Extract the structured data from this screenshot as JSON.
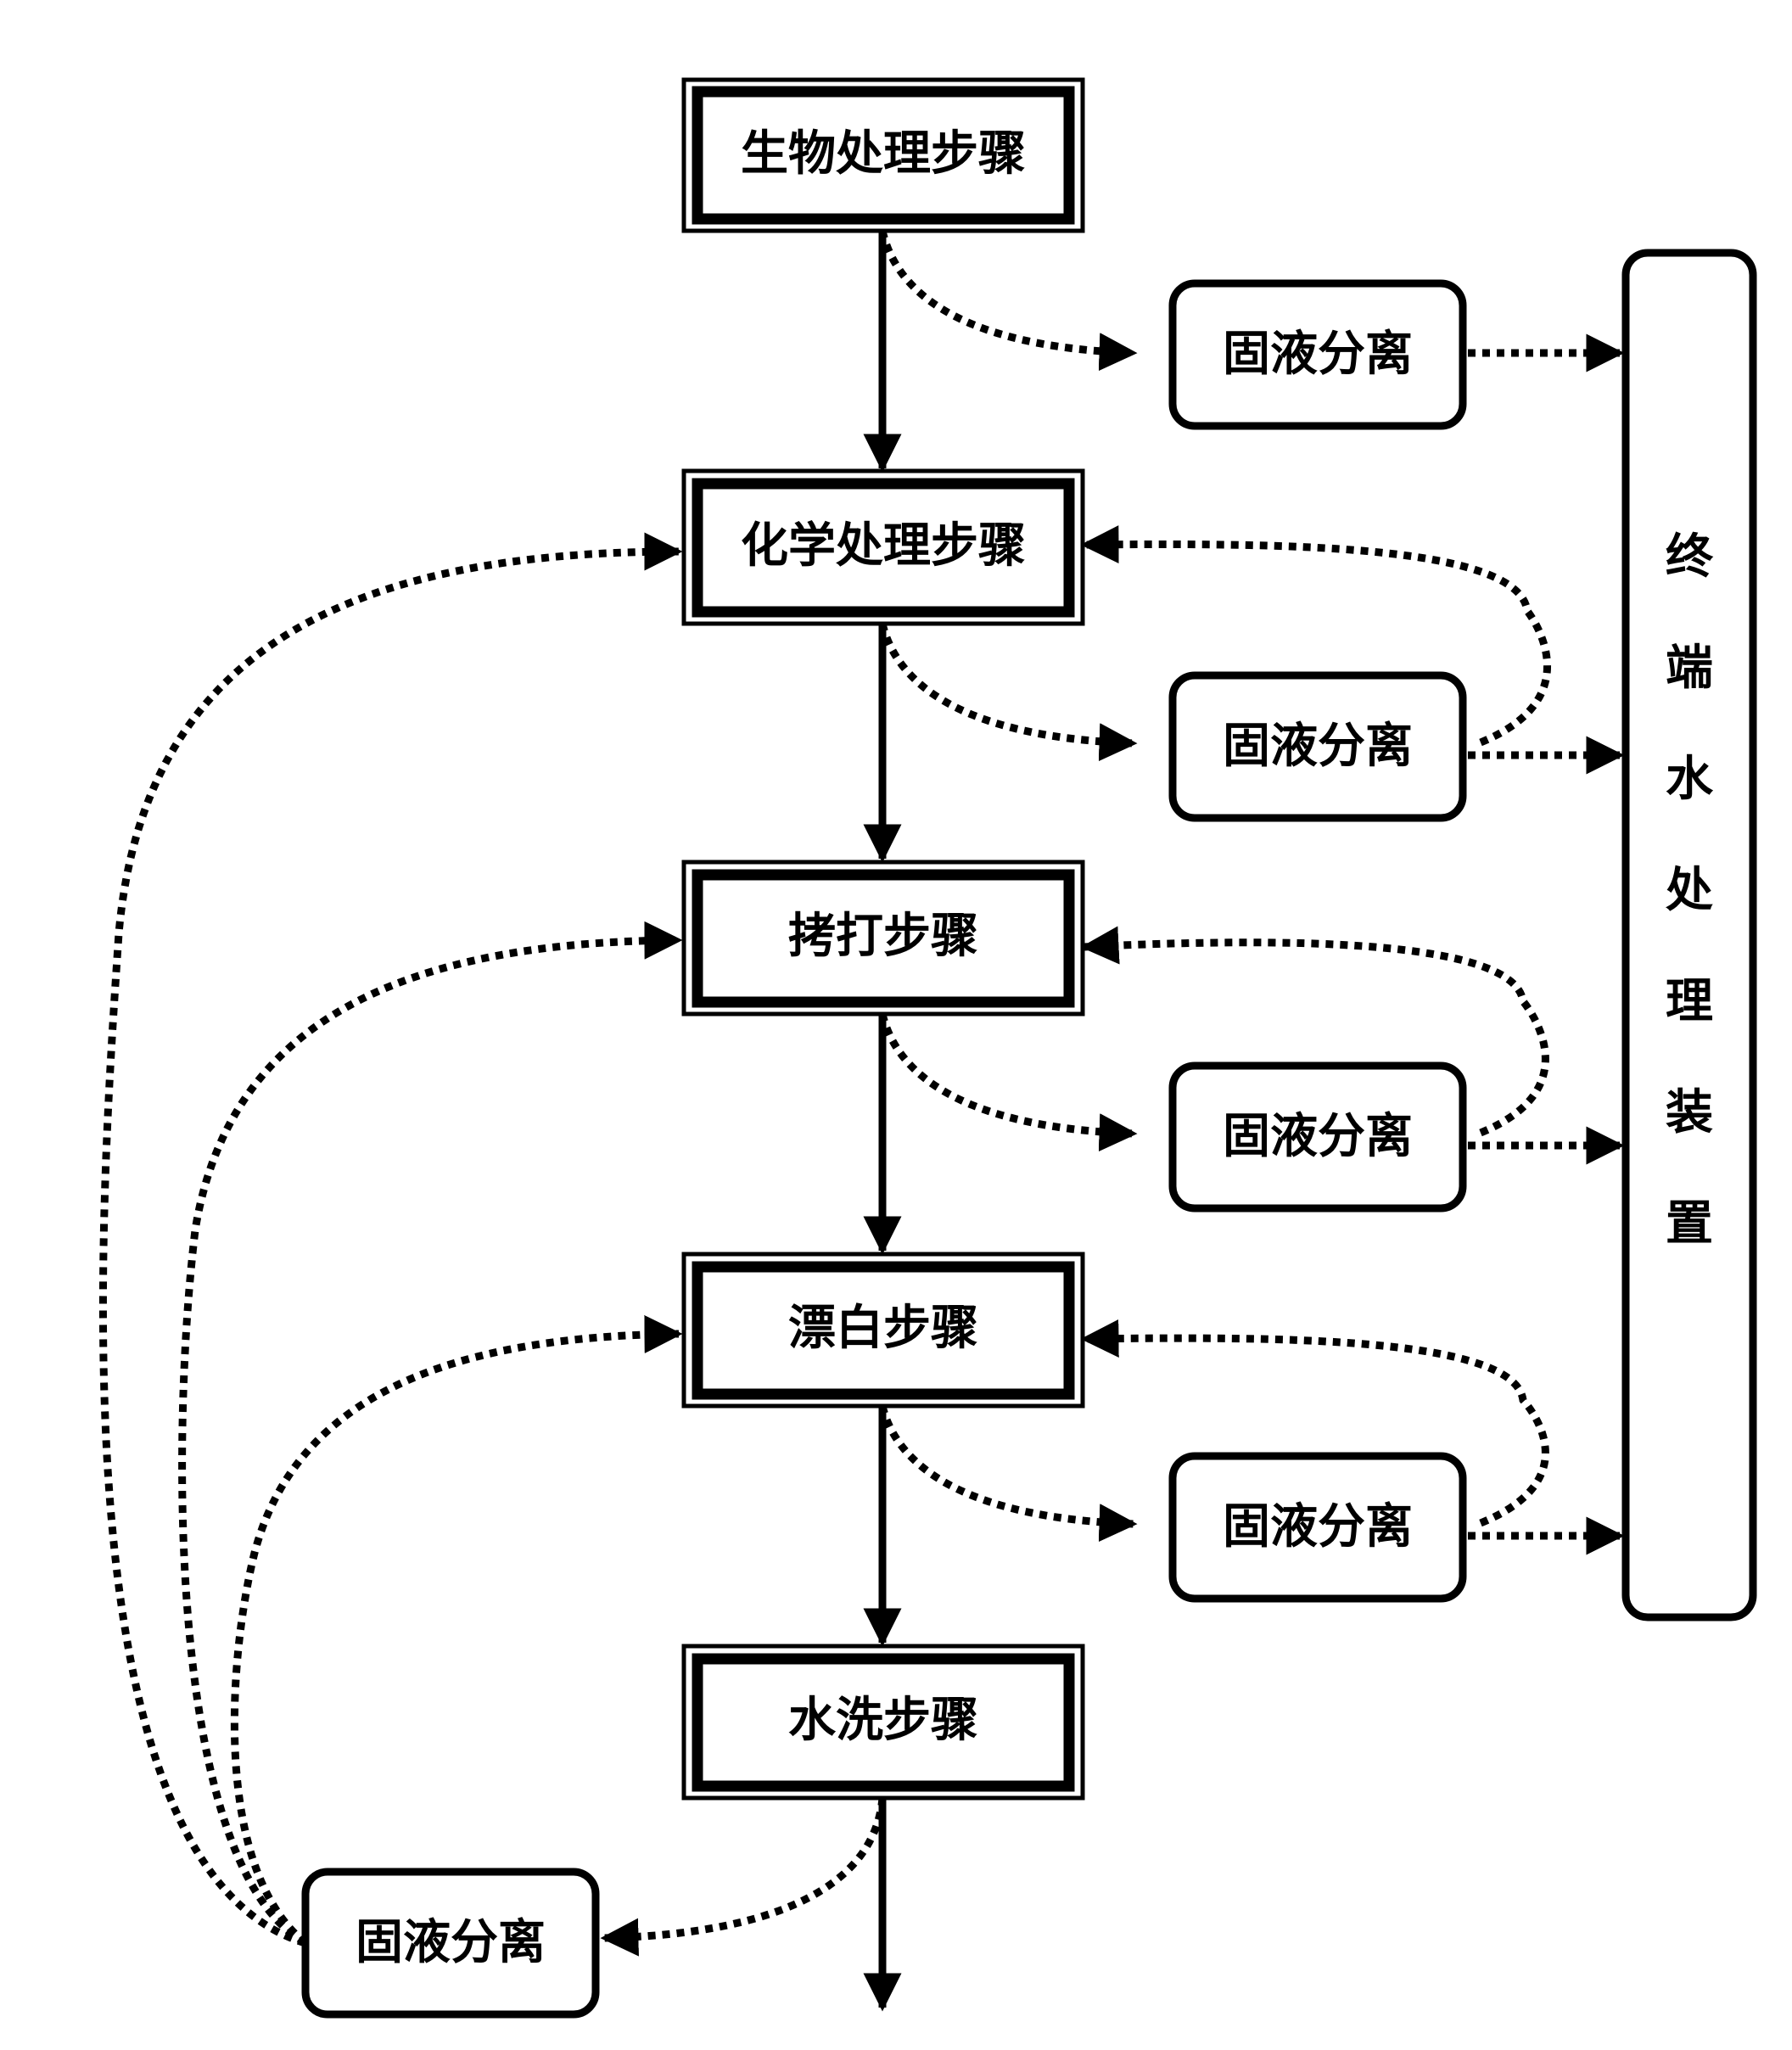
{
  "steps": {
    "biological": "生物处理步骤",
    "chemical": "化学处理步骤",
    "beating": "拷打步骤",
    "bleaching": "漂白步骤",
    "washing": "水洗步骤"
  },
  "separators": {
    "biological": "固液分离",
    "chemical": "固液分离",
    "beating": "固液分离",
    "bleaching": "固液分离",
    "washing": "固液分离"
  },
  "terminal_device": {
    "chars": [
      "终",
      "端",
      "水",
      "处",
      "理",
      "装",
      "置"
    ]
  }
}
